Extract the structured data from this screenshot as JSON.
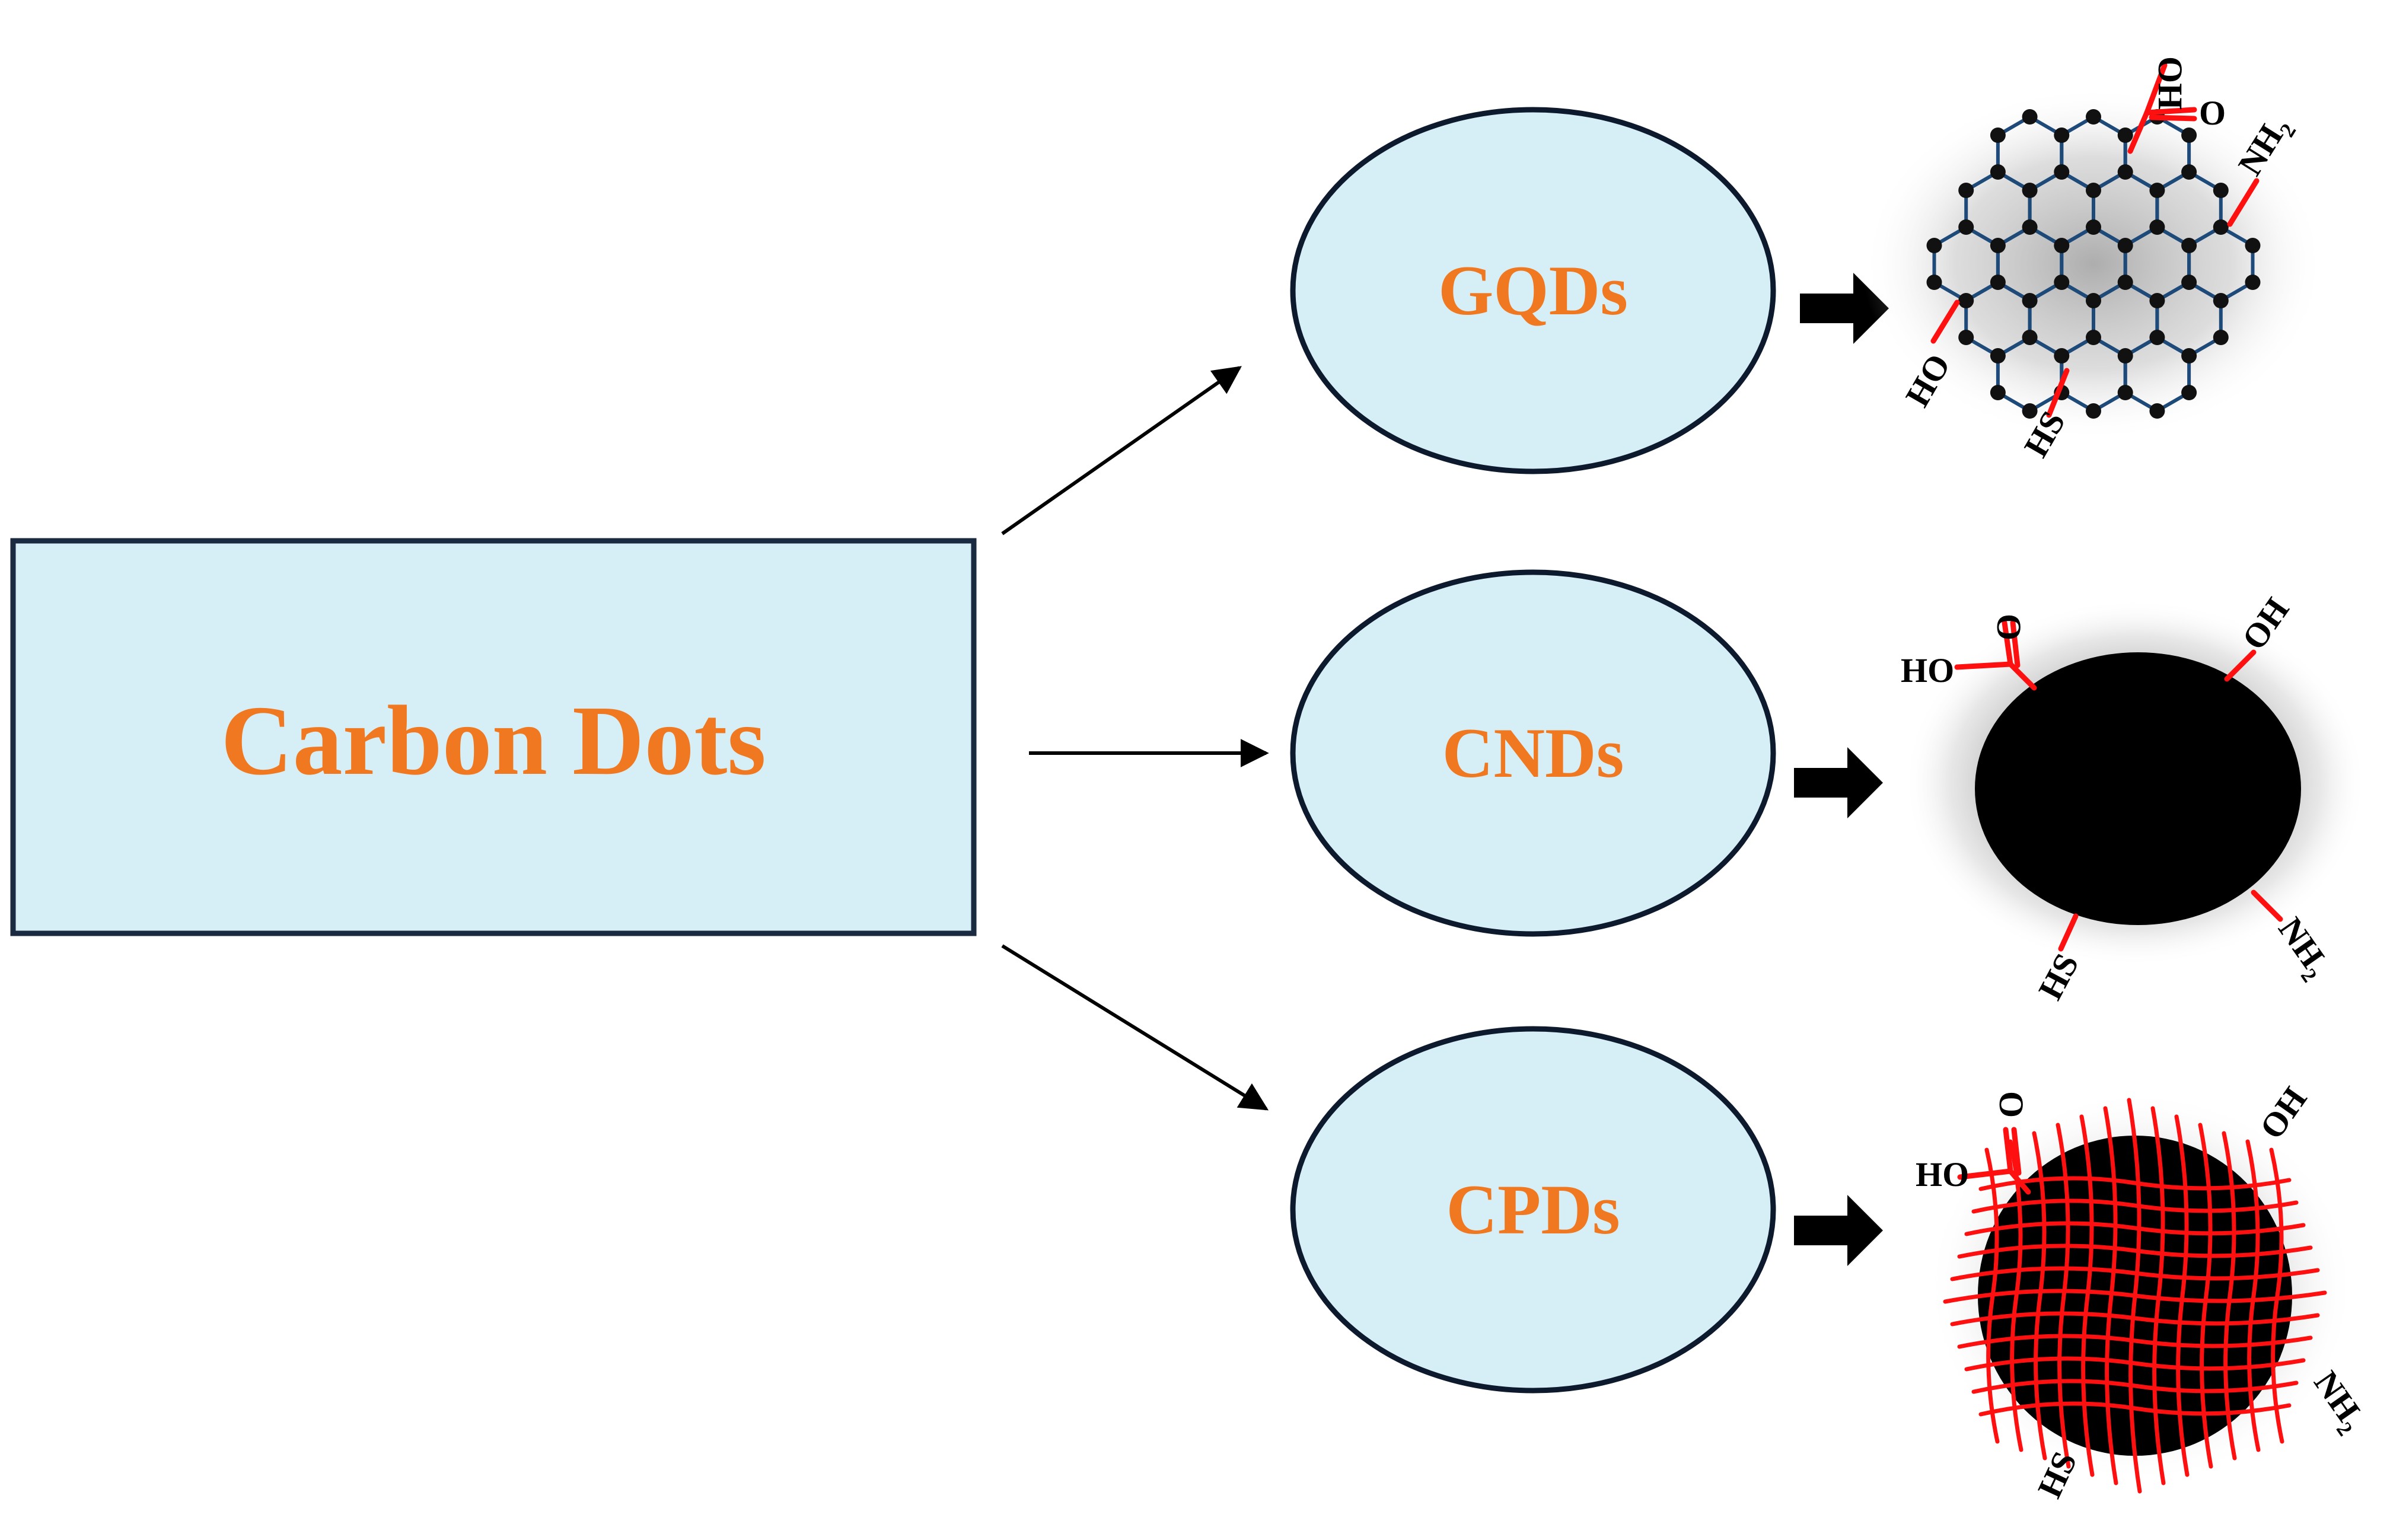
{
  "main_box": {
    "label": "Carbon Dots"
  },
  "types": [
    {
      "id": "gqds",
      "label": "GQDs"
    },
    {
      "id": "cnds",
      "label": "CNDs"
    },
    {
      "id": "cpds",
      "label": "CPDs"
    }
  ],
  "groups": {
    "gqds": {
      "oh_top": "OH",
      "o_top": "O",
      "nh2": "NH",
      "nh2_sub": "2",
      "ho_left": "HO",
      "hs_bottom": "HS"
    },
    "cnds": {
      "o_top": "O",
      "ho_left": "HO",
      "oh_right": "OH",
      "hs_bottom": "HS",
      "nh2": "NH",
      "nh2_sub": "2"
    },
    "cpds": {
      "o_top": "O",
      "ho_left": "HO",
      "oh_right": "OH",
      "hs_bottom": "HS",
      "nh2": "NH",
      "nh2_sub": "2"
    }
  },
  "colors": {
    "box_fill": "#d6eef6",
    "box_stroke": "#1a2a40",
    "label_text": "#f07820",
    "bond_red": "#ff1010",
    "lattice_blue": "#1e4a7a",
    "core_black": "#000000"
  },
  "icons": {
    "arrow_up": "thin-arrow-icon",
    "arrow_mid": "thin-arrow-icon",
    "arrow_down": "thin-arrow-icon",
    "block_arrow": "thick-arrow-icon"
  }
}
